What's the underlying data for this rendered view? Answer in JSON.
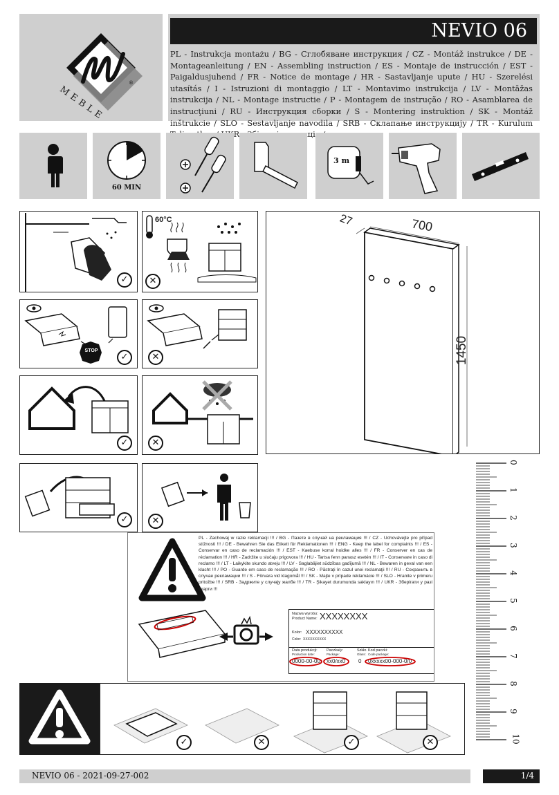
{
  "header": {
    "brand_word": "MEBLE",
    "product_title": "NEVIO 06",
    "languages_text": "PL - Instrukcja montażu / BG - Сглобяване инструкция / CZ - Montáž instrukce / DE - Montageanleitung / EN - Assembling instruction / ES - Montaje de instrucción / EST - Paigaldusjuhend / FR - Notice de montage / HR - Sastavljanje upute / HU - Szerelési utasítás / I - Istruzioni di montaggio / LT - Montavimo instrukcija / LV - Montāžas instrukcija / NL - Montage instructie / P - Montagem de instrução / RO - Asamblarea de instrucţiuni / RU - Инструкция сборки / S - Montering instruktion / SK - Montáž inštrukcie / SLO - Sestavljanje navodila / SRB - Склапање инструкцију / TR - Kurulum Talimatları / UKR - Збірка інструкція /"
  },
  "tools": {
    "time_label": "60 MIN",
    "tape_label": "3 m",
    "icons": [
      "person-icon",
      "clock-icon",
      "screwdrivers-icon",
      "hammer-icon",
      "tape-measure-icon",
      "drill-icon",
      "spirit-level-icon"
    ]
  },
  "care": {
    "temperature": "60°C",
    "stop_label": "STOP"
  },
  "dimensions": {
    "depth": "27",
    "width": "700",
    "height": "1450"
  },
  "ruler": {
    "labels": [
      "0",
      "1",
      "2",
      "3",
      "4",
      "5",
      "6",
      "7",
      "8",
      "9",
      "10"
    ]
  },
  "complaint": {
    "notice_text": "PL - Zachowaj w razie reklamacji !!! / BG - Пазете в случай на рекламация !!! / CZ - Uchovávejte pro případ stížnosti !!! / DE - Bewahren Sie das Etikett für Reklamationen !!! / ENG - Keep the label for complaints !!! / ES - Conservar en caso de reclamación !!! / EST - Kaebuse korral hoidke alles !!! / FR - Conserver en cas de réclamation !!! / HR - Zadržite u slučaju prigovora !!! / HU - Tartsa fenn panasz esetén !!! / IT - Conservare in caso di reclamo !!! / LT - Laikykite skundo atveju !!! / LV - Saglabājiet sūdzības gadījumā !!! / NL - Bewaren in geval van een klacht !!! / PO - Guarde em caso de reclamação !!! / RO - Păstraţi în cazul unei reclamaţii !!! / RU - Сохранить в случае рекламации !!! / S - Förvara vid klagomål !!! / SK - Majte v prípade reklamácie !!! / SLO - Hranite v primeru pritožbe !!! / SRB - Задржите у случају жалбе !!! / TR - Şikayet durumunda saklayın !!! / UKR - Зберігати у разі скарги !!!",
    "label": {
      "name_caption": "Nazwa wyrobu:",
      "name_caption_en": "Product Name:",
      "name_value": "XXXXXXXX",
      "color_caption": "Kolor:",
      "color_caption_en": "Color:",
      "color_value": "XXXXXXXXXX",
      "color_value_small": "XXXXXXXXXX",
      "prod_date_caption": "Data produkcji:",
      "prod_date_caption_en": "Production date:",
      "prod_date_value": "0000-00-00",
      "pack_caption": "Paczka/y:",
      "pack_caption_en": "Package:",
      "pack_value": "xx0/xx0",
      "glass_caption": "Szkło",
      "glass_caption_en": "Glass:",
      "glass_value": "0",
      "code_caption": "Kod paczki:",
      "code_caption_en": "Code package:",
      "code_value": "0xxxxx00-000-0/0"
    }
  },
  "footer": {
    "doc_id": "NEVIO 06 - 2021-09-27-002",
    "page": "1/4"
  }
}
